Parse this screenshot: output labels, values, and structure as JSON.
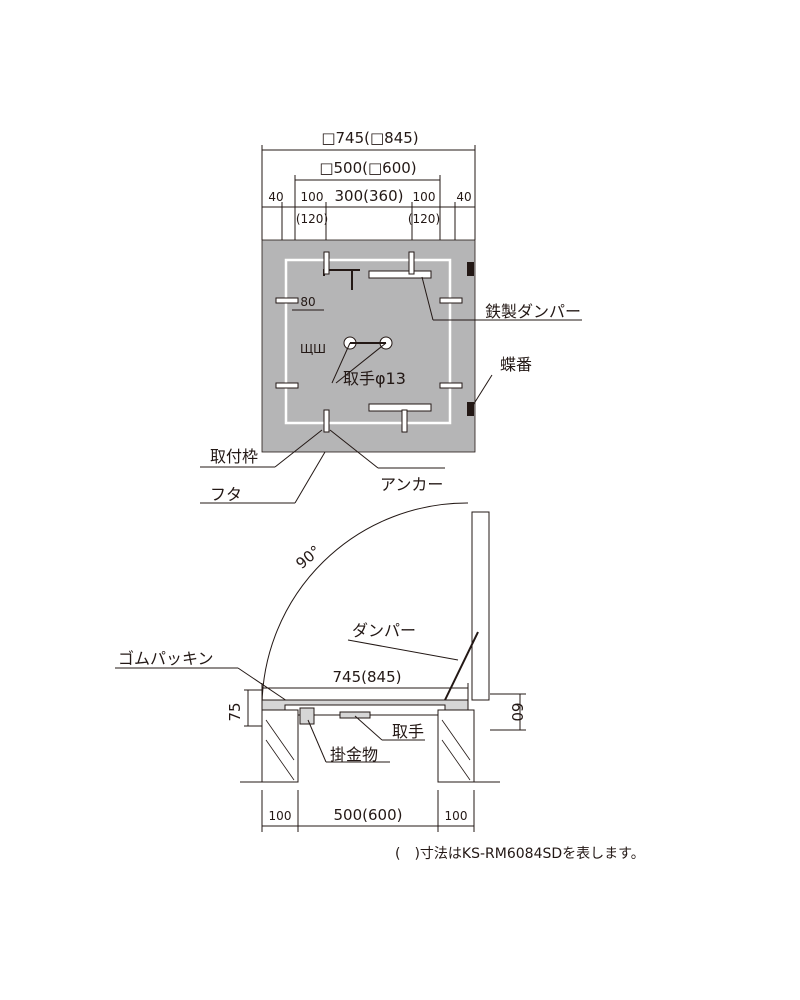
{
  "top_view": {
    "dim_outer": "□745(□845)",
    "dim_inner": "□500(□600)",
    "dim_40_left": "40",
    "dim_100_left": "100",
    "dim_120_left": "(120)",
    "dim_center": "300(360)",
    "dim_100_right": "100",
    "dim_120_right": "(120)",
    "dim_40_right": "40",
    "dim_80": "80",
    "label_damper": "鉄製ダンパー",
    "label_hinge": "蝶番",
    "label_handle": "取手φ13",
    "label_frame": "取付枠",
    "label_anchor": "アンカー",
    "label_lid": "フタ"
  },
  "side_view": {
    "angle": "90°",
    "label_damper": "ダンパー",
    "label_packing": "ゴムパッキン",
    "dim_width": "745(845)",
    "dim_75": "75",
    "dim_60": "60",
    "label_handle": "取手",
    "label_hook": "掛金物",
    "dim_100_left": "100",
    "dim_center": "500(600)",
    "dim_100_right": "100"
  },
  "footnote": "(　)寸法はKS-RM6084SDを表します。"
}
